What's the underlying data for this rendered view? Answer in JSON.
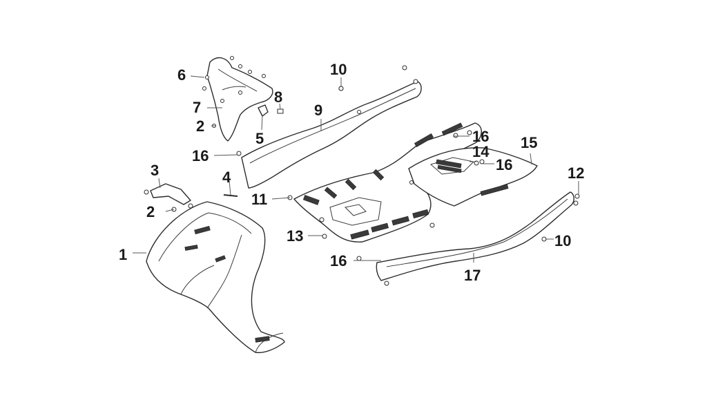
{
  "callouts": [
    {
      "id": "c1",
      "text": "1"
    },
    {
      "id": "c2a",
      "text": "2"
    },
    {
      "id": "c2b",
      "text": "2"
    },
    {
      "id": "c3",
      "text": "3"
    },
    {
      "id": "c4",
      "text": "4"
    },
    {
      "id": "c5",
      "text": "5"
    },
    {
      "id": "c6",
      "text": "6"
    },
    {
      "id": "c7",
      "text": "7"
    },
    {
      "id": "c8",
      "text": "8"
    },
    {
      "id": "c9",
      "text": "9"
    },
    {
      "id": "c10a",
      "text": "10"
    },
    {
      "id": "c10b",
      "text": "10"
    },
    {
      "id": "c11",
      "text": "11"
    },
    {
      "id": "c12",
      "text": "12"
    },
    {
      "id": "c13",
      "text": "13"
    },
    {
      "id": "c14",
      "text": "14"
    },
    {
      "id": "c15",
      "text": "15"
    },
    {
      "id": "c16a",
      "text": "16"
    },
    {
      "id": "c16b",
      "text": "16"
    },
    {
      "id": "c16c",
      "text": "16"
    },
    {
      "id": "c16d",
      "text": "16"
    },
    {
      "id": "c17",
      "text": "17"
    }
  ]
}
